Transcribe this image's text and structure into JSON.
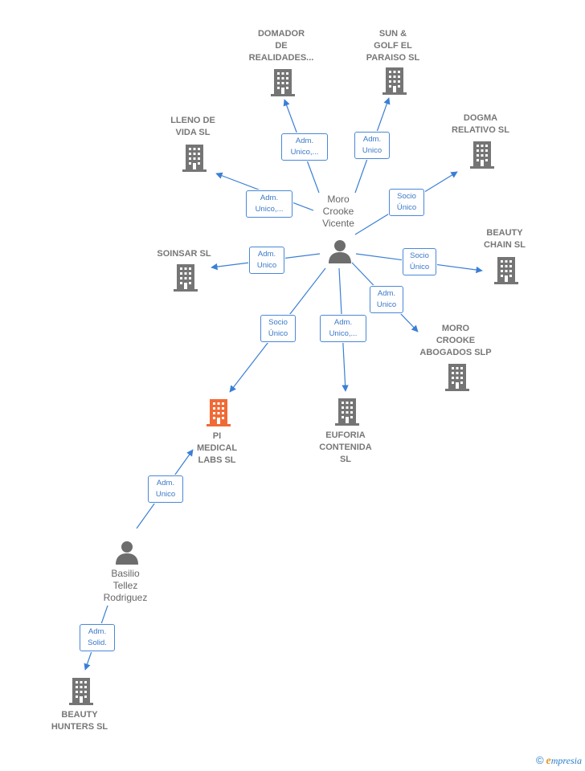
{
  "colors": {
    "edge": "#3a7fd5",
    "building": "#757575",
    "highlight": "#f06a36",
    "person": "#6d6d6d"
  },
  "persons": [
    {
      "id": "moro",
      "label": "Moro\nCrooke\nVicente"
    },
    {
      "id": "basilio",
      "label": "Basilio\nTellez\nRodriguez"
    }
  ],
  "companies": [
    {
      "id": "domador",
      "label": "DOMADOR\nDE\nREALIDADES..."
    },
    {
      "id": "sungolf",
      "label": "SUN &\nGOLF EL\nPARAISO SL"
    },
    {
      "id": "lleno",
      "label": "LLENO DE\nVIDA  SL"
    },
    {
      "id": "dogma",
      "label": "DOGMA\nRELATIVO  SL"
    },
    {
      "id": "soinsar",
      "label": "SOINSAR SL"
    },
    {
      "id": "beautychain",
      "label": "BEAUTY\nCHAIN  SL"
    },
    {
      "id": "moroabog",
      "label": "MORO\nCROOKE\nABOGADOS SLP"
    },
    {
      "id": "pimedical",
      "label": "PI\nMEDICAL\nLABS  SL",
      "highlight": true
    },
    {
      "id": "euforia",
      "label": "EUFORIA\nCONTENIDA\nSL"
    },
    {
      "id": "beautyhunters",
      "label": "BEAUTY\nHUNTERS  SL"
    }
  ],
  "edges": [
    {
      "from": "moro",
      "to": "domador",
      "label": "Adm.\nUnico,..."
    },
    {
      "from": "moro",
      "to": "sungolf",
      "label": "Adm.\nUnico"
    },
    {
      "from": "moro",
      "to": "lleno",
      "label": "Adm.\nUnico,..."
    },
    {
      "from": "moro",
      "to": "dogma",
      "label": "Socio\nÚnico"
    },
    {
      "from": "moro",
      "to": "soinsar",
      "label": "Adm.\nUnico"
    },
    {
      "from": "moro",
      "to": "beautychain",
      "label": "Socio\nÚnico"
    },
    {
      "from": "moro",
      "to": "moroabog",
      "label": "Adm.\nUnico"
    },
    {
      "from": "moro",
      "to": "pimedical",
      "label": "Socio\nÚnico"
    },
    {
      "from": "moro",
      "to": "euforia",
      "label": "Adm.\nUnico,..."
    },
    {
      "from": "basilio",
      "to": "pimedical",
      "label": "Adm.\nUnico"
    },
    {
      "from": "basilio",
      "to": "beautyhunters",
      "label": "Adm.\nSolid."
    }
  ],
  "footer": {
    "copyright": "©",
    "brand_e": "e",
    "brand_rest": "mpresia"
  }
}
